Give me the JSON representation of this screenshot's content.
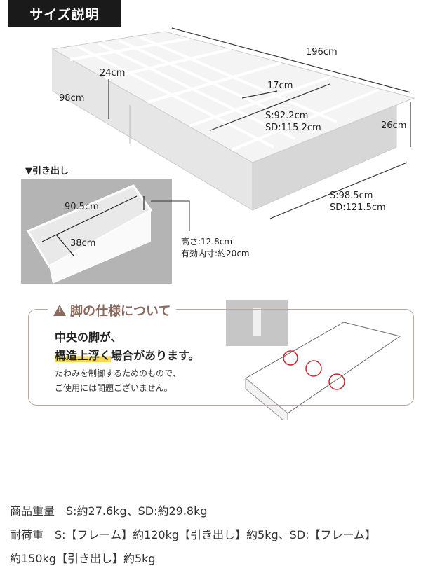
{
  "header": {
    "title": "サイズ説明"
  },
  "dimensions": {
    "length": "196cm",
    "width": "98cm",
    "height": "26cm",
    "drawer_depth": "24cm",
    "slat_gap": "17cm",
    "inner_s": "S:92.2cm",
    "inner_sd": "SD:115.2cm",
    "outer_s": "S:98.5cm",
    "outer_sd": "SD:121.5cm"
  },
  "drawer": {
    "title": "▼引き出し",
    "length": "90.5cm",
    "width": "38cm",
    "height": "高さ:12.8cm",
    "inner_height": "有効内寸:約20cm"
  },
  "notice": {
    "title": "脚の仕様について",
    "line1": "中央の脚が、",
    "line2_highlight": "構造上浮く",
    "line2_rest": "場合があります。",
    "note1": "たわみを制御するためのもので、",
    "note2": "ご使用には問題ございません。",
    "accent_color": "#8a6a5e",
    "highlight_color": "#f7d84a",
    "circle_color": "#c0282d"
  },
  "specs": {
    "weight": "商品重量　S:約27.6kg、SD:約29.8kg",
    "load1": "耐荷重　S:【フレーム】約120kg【引き出し】約5kg、SD:【フレーム】",
    "load2": "約150kg【引き出し】約5kg"
  }
}
